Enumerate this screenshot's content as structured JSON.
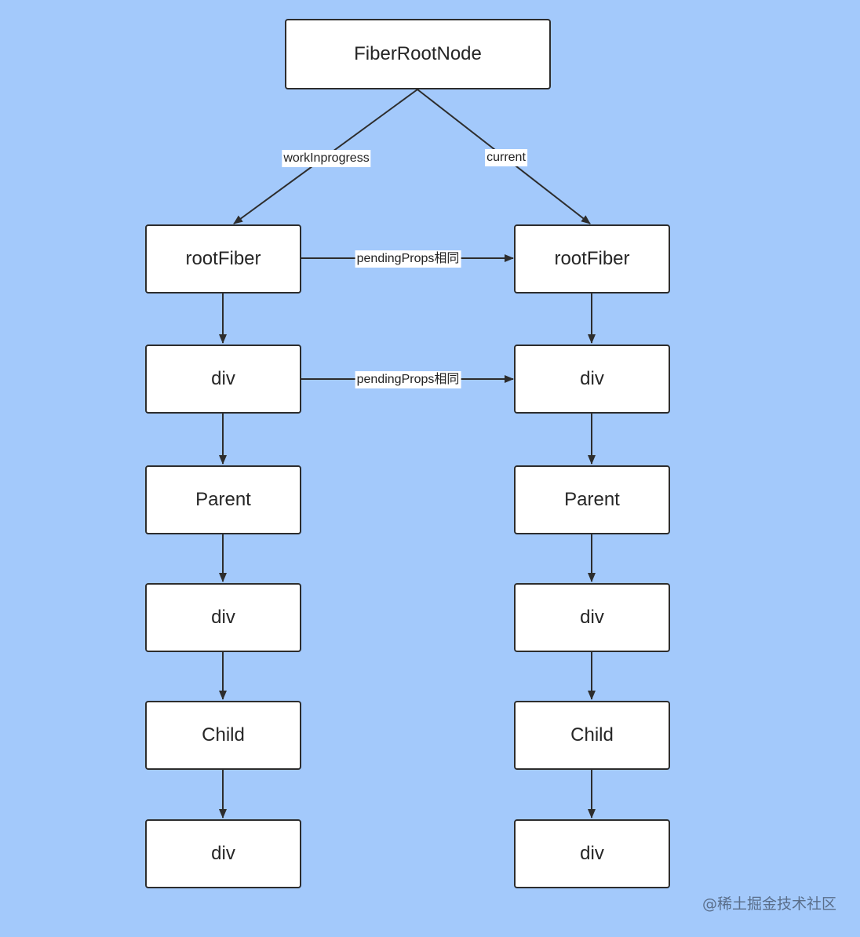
{
  "nodes": {
    "root": "FiberRootNode",
    "wip_rootfiber": "rootFiber",
    "wip_div1": "div",
    "wip_parent": "Parent",
    "wip_div2": "div",
    "wip_child": "Child",
    "wip_div3": "div",
    "cur_rootfiber": "rootFiber",
    "cur_div1": "div",
    "cur_parent": "Parent",
    "cur_div2": "div",
    "cur_child": "Child",
    "cur_div3": "div"
  },
  "edge_labels": {
    "workinprogress": "workInprogress",
    "current": "current",
    "pending_rootfiber": "pendingProps相同",
    "pending_div": "pendingProps相同"
  },
  "watermark": "@稀土掘金技术社区",
  "colors": {
    "background": "#a3c9fb",
    "node_fill": "#ffffff",
    "node_border": "#2d2d2d",
    "edge": "#2d2d2d"
  }
}
